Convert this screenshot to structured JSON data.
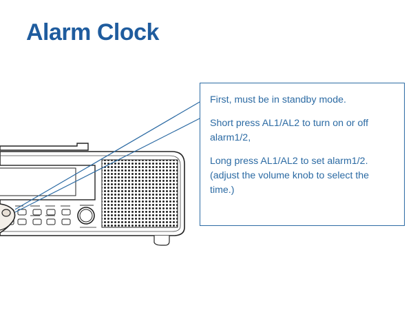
{
  "title": "Alarm Clock",
  "callout": {
    "line1": "First, must be in standby mode.",
    "line2a": "Short press AL1/AL2 to turn on or off",
    "line2b": "alarm1/2,",
    "line3a": "Long press AL1/AL2 to set alarm1/2.",
    "line3b": "(adjust the volume knob to select the",
    "line3c": "time.)"
  },
  "colors": {
    "title": "#1f5c9e",
    "callout_border": "#2b6aa3",
    "callout_text": "#2b6aa3",
    "device_outline": "#222222"
  },
  "icons": {
    "device": "alarm-clock-radio-illustration",
    "hand": "pointing-finger-illustration"
  }
}
